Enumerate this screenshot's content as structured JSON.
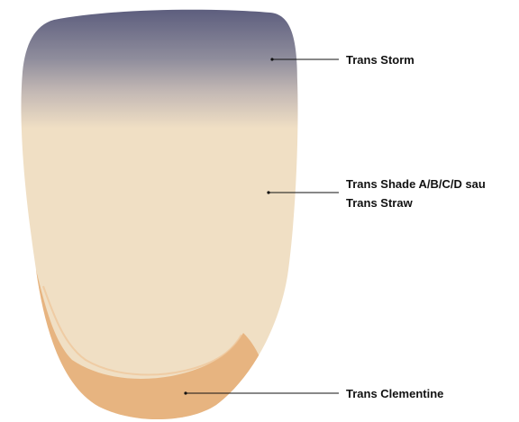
{
  "labels": {
    "storm": "Trans Storm",
    "shade_line1": "Trans Shade A/B/C/D sau",
    "shade_line2": "Trans Straw",
    "clementine": "Trans Clementine"
  },
  "colors": {
    "storm_top": "#5d5e7e",
    "storm_mid": "#8f8d9c",
    "body": "#f0dfc4",
    "body_edge": "#e8d4b6",
    "clementine": "#e6b07a",
    "line": "#111111"
  }
}
